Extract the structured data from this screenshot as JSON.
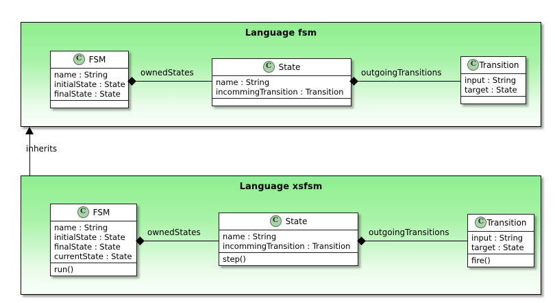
{
  "diagram": {
    "type": "uml-class-diagram",
    "background": "#ffffff",
    "package_fill_top": "#8ef08e",
    "package_fill_bottom": "#fbfffb",
    "class_fill": "#ffffff",
    "line_color": "#000000"
  },
  "packages": [
    {
      "id": "fsm",
      "title": "Language fsm",
      "classes": [
        {
          "id": "fsm-fsm",
          "icon": "class-icon",
          "icon_letter": "C",
          "name": "FSM",
          "attributes": [
            "name : String",
            "initialState : State",
            "finalState : State"
          ],
          "operations": []
        },
        {
          "id": "fsm-state",
          "icon": "class-icon",
          "icon_letter": "C",
          "name": "State",
          "attributes": [
            "name : String",
            "incommingTransition : Transition"
          ],
          "operations": []
        },
        {
          "id": "fsm-transition",
          "icon": "class-icon",
          "icon_letter": "C",
          "name": "Transition",
          "attributes": [
            "input : String",
            "target : State"
          ],
          "operations": []
        }
      ],
      "associations": [
        {
          "label": "ownedStates",
          "from": "FSM",
          "to": "State",
          "end": "composition"
        },
        {
          "label": "outgoingTransitions",
          "from": "State",
          "to": "Transition",
          "end": "composition"
        }
      ]
    },
    {
      "id": "xsfsm",
      "title": "Language xsfsm",
      "classes": [
        {
          "id": "xsfsm-fsm",
          "icon": "class-icon",
          "icon_letter": "C",
          "name": "FSM",
          "attributes": [
            "name : String",
            "initialState : State",
            "finalState : State",
            "currentState : State"
          ],
          "operations": [
            "run()"
          ]
        },
        {
          "id": "xsfsm-state",
          "icon": "class-icon",
          "icon_letter": "C",
          "name": "State",
          "attributes": [
            "name : String",
            "incommingTransition : Transition"
          ],
          "operations": [
            "step()"
          ]
        },
        {
          "id": "xsfsm-transition",
          "icon": "class-icon",
          "icon_letter": "C",
          "name": "Transition",
          "attributes": [
            "input : String",
            "target : State"
          ],
          "operations": [
            "fire()"
          ]
        }
      ],
      "associations": [
        {
          "label": "ownedStates",
          "from": "FSM",
          "to": "State",
          "end": "composition"
        },
        {
          "label": "outgoingTransitions",
          "from": "State",
          "to": "Transition",
          "end": "composition"
        }
      ]
    }
  ],
  "relations": [
    {
      "id": "inherits",
      "label": "inherits",
      "from": "Language xsfsm",
      "to": "Language fsm",
      "arrow": "open-arrow-up"
    }
  ]
}
